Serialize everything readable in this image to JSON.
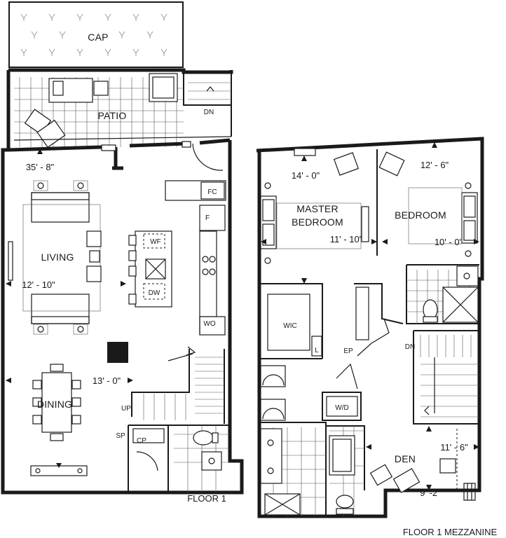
{
  "floor1": {
    "cap": "CAP",
    "patio": "PATIO",
    "dn_patio": "DN",
    "living": "LIVING",
    "dining": "DINING",
    "dim_width": "35' - 8\"",
    "dim_living": "12' - 10\"",
    "dim_dining": "13' - 0\"",
    "fc": "FC",
    "f": "F",
    "wf": "WF",
    "dw": "DW",
    "wo": "WO",
    "up": "UP",
    "sp": "SP",
    "cp": "CP",
    "title": "FLOOR 1"
  },
  "mezzanine": {
    "master_1": "MASTER",
    "master_2": "BEDROOM",
    "bedroom": "BEDROOM",
    "wic": "WIC",
    "l": "L",
    "ep": "EP",
    "wd": "W/D",
    "dn": "DN",
    "den": "DEN",
    "dim_master_w": "14' - 0\"",
    "dim_master_d": "11' - 10\"",
    "dim_bed_w": "12' - 6\"",
    "dim_bed_d": "10' - 0\"",
    "dim_den_w": "11' - 6\"",
    "dim_den_d": "9' -2\"",
    "title": "FLOOR 1 MEZZANINE"
  }
}
